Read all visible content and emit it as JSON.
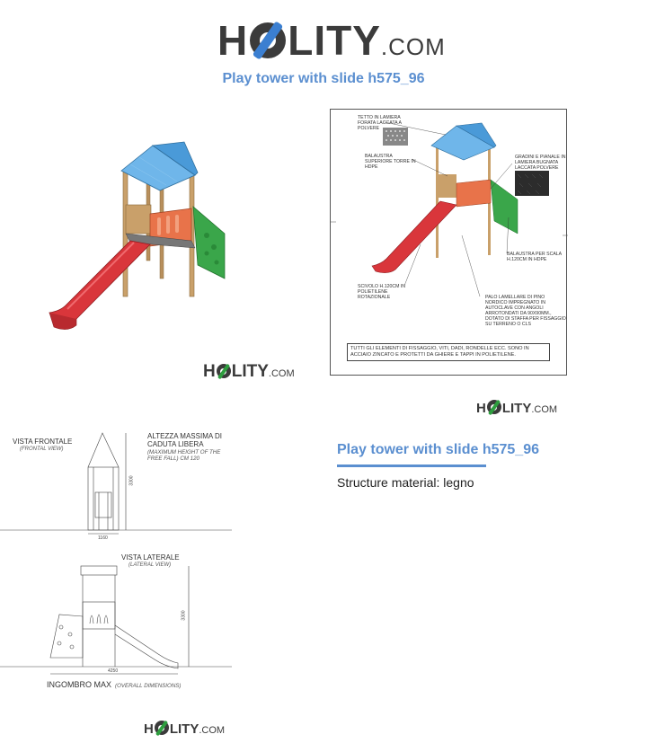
{
  "brand": {
    "logo_left": "H",
    "logo_right": "LITY",
    "logo_suffix": ".COM"
  },
  "page_title": "Play tower with slide h575_96",
  "product": {
    "heading": "Play tower with slide h575_96",
    "material_line": "Structure material: legno"
  },
  "tech_sheet": {
    "labels": {
      "roof": "Tetto in lamiera forata laccata a polvere",
      "upper_rail": "Balaustra superiore torre in HDPE",
      "steps": "Gradini e pianale in lamiera bugnata laccata polvere",
      "ladder_rail": "Balaustra per scala h.120cm in HDPE",
      "slide": "Scivolo h.120cm in polietilene rotazionale",
      "post": "Palo lamellare di pino nordico impregnato in autoclave con angoli arrotondati da 90x90mm., dotato di staffa per fissaggio su terreno o CLS"
    },
    "note": "Tutti gli elementi di fissaggio, viti, dadi, rondelle ecc. sono in acciaio zincato e protetti da ghiere e tappi in polietilene."
  },
  "drawings": {
    "front_view": "Vista frontale",
    "front_view_en": "(Frontal view)",
    "fall_height": "Altezza massima di caduta libera",
    "fall_height_en": "(Maximum height of the free fall) cm 120",
    "lateral_view": "Vista laterale",
    "lateral_view_en": "(Lateral view)",
    "overall": "Ingombro max",
    "overall_en": "(overall dimensions)",
    "dim_front_width": "1160",
    "dim_front_height": "3300",
    "dim_side_length": "4250",
    "dim_side_height": "3300"
  },
  "colors": {
    "accent_blue": "#5b8fd0",
    "slide_red": "#d9363b",
    "panel_green": "#3aa64a",
    "roof_blue": "#5aa7e0",
    "panel_orange": "#e8734a",
    "wood": "#c9a06a"
  }
}
